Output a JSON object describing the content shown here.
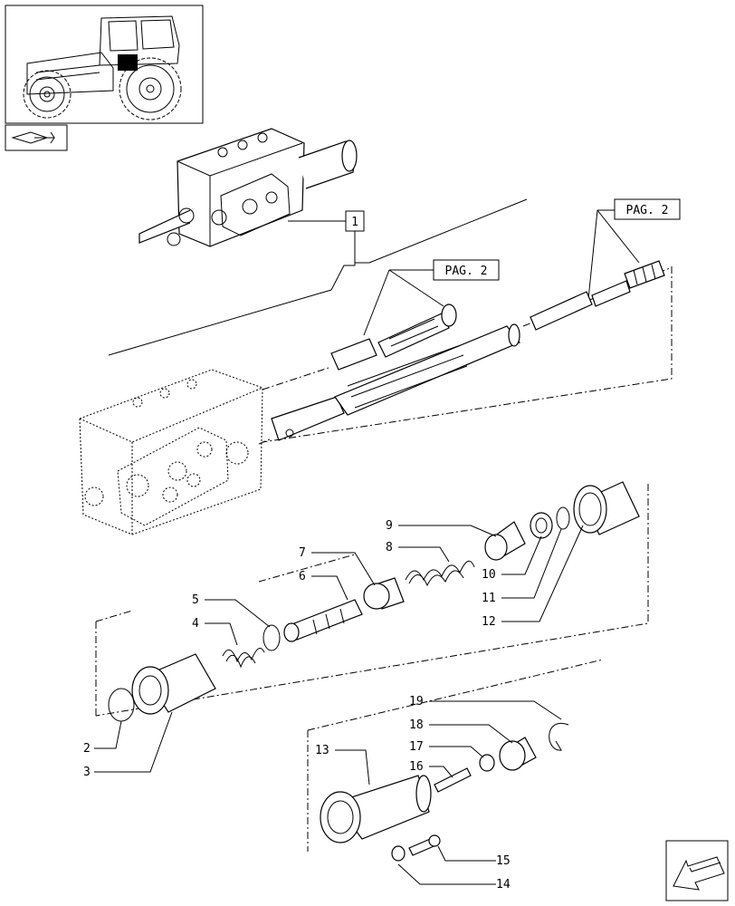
{
  "box_ref_label": "1",
  "page_ref_1": "PAG. 2",
  "page_ref_2": "PAG. 2",
  "callouts": [
    "2",
    "3",
    "4",
    "5",
    "6",
    "7",
    "8",
    "9",
    "10",
    "11",
    "12",
    "13",
    "14",
    "15",
    "16",
    "17",
    "18",
    "19"
  ],
  "icons": {
    "overview": "tractor-overview-icon",
    "section": "book-arrow-icon",
    "nav": "navigation-arrow-icon"
  }
}
